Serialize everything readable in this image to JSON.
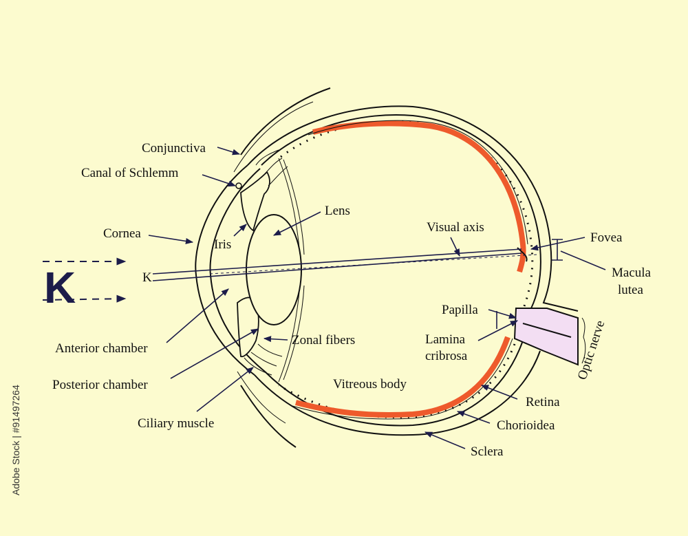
{
  "colors": {
    "background": "#fcfbcf",
    "retina": "#ee5a2c",
    "optic_nerve": "#f3def3",
    "ink": "#111111",
    "arrow": "#1c1c4a"
  },
  "labels": {
    "conjunctiva": "Conjunctiva",
    "canal": "Canal  of  Schlemm",
    "cornea": "Cornea",
    "iris": "Iris",
    "lens": "Lens",
    "visual_axis": "Visual  axis",
    "fovea": "Fovea",
    "macula_1": "Macula",
    "macula_2": "lutea",
    "k_small": "K",
    "papilla": "Papilla",
    "lamina_1": "Lamina",
    "lamina_2": "cribrosa",
    "anterior": "Anterior  chamber",
    "zonal": "Zonal  fibers",
    "posterior": "Posterior  chamber",
    "vitreous": "Vitreous  body",
    "optic": "Optic  nerve",
    "retina": "Retina",
    "ciliary": "Ciliary  muscle",
    "chorioidea": "Chorioidea",
    "sclera": "Sclera"
  },
  "big_letter": "K",
  "stock_id": "Adobe Stock | #91497264"
}
